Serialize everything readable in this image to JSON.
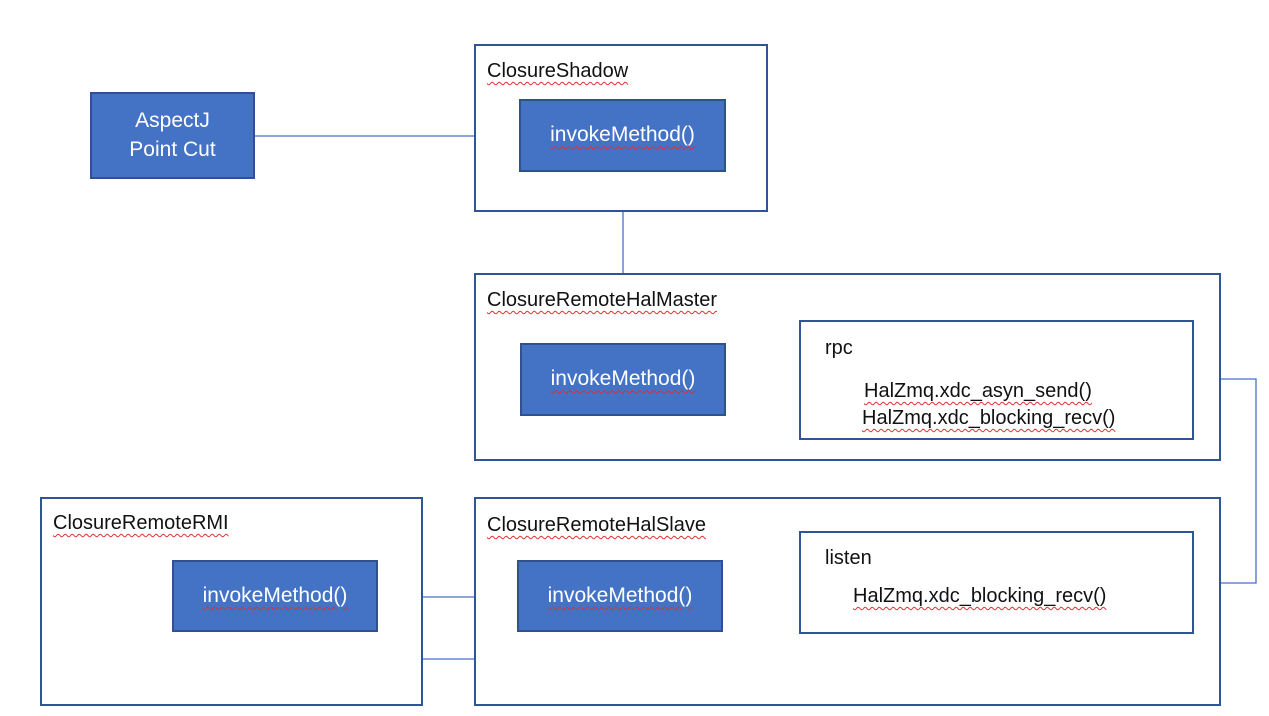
{
  "aspectj": {
    "line1": "AspectJ",
    "line2": "Point Cut"
  },
  "closure_shadow": {
    "title": "ClosureShadow",
    "method": "invokeMethod()"
  },
  "closure_remote_hal_master": {
    "title": "ClosureRemoteHalMaster",
    "method": "invokeMethod()",
    "rpc": {
      "label": "rpc",
      "call1": "HalZmq.xdc_asyn_send()",
      "call2": "HalZmq.xdc_blocking_recv()"
    }
  },
  "closure_remote_hal_slave": {
    "title": "ClosureRemoteHalSlave",
    "method": "invokeMethod()",
    "listen": {
      "label": "listen",
      "call1": "HalZmq.xdc_blocking_recv()"
    }
  },
  "closure_remote_rmi": {
    "title": "ClosureRemoteRMI",
    "method": "invokeMethod()"
  },
  "colors": {
    "box_border": "#2f5597",
    "method_fill": "#4472c4",
    "connector": "#4472c4",
    "spellcheck": "#e03030"
  }
}
